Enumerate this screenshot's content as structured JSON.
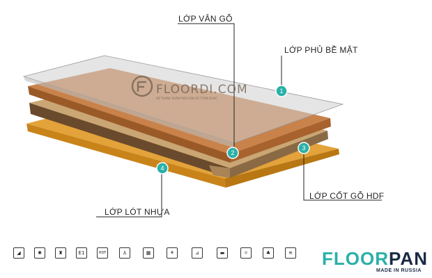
{
  "labels": {
    "surface": "LỚP PHỦ BỀ MẶT",
    "grain": "LỚP VÂN GỖ",
    "core": "LỚP CỐT GỖ HDF",
    "backing": "LỚP LÓT NHỰA"
  },
  "markers": [
    "1",
    "2",
    "3",
    "4"
  ],
  "watermark": {
    "text": "FLOORDI.COM",
    "sub": "HỆ THỐNG PHÂN PHỐI SÀN GỖ TOÀN QUỐC"
  },
  "icons": [
    {
      "name": "wear-icon",
      "glyph": "◢"
    },
    {
      "name": "impact-icon",
      "glyph": "✺"
    },
    {
      "name": "glass-icon",
      "glyph": "♜"
    },
    {
      "name": "e1-icon",
      "glyph": "E1"
    },
    {
      "name": "hdf-icon",
      "glyph": "HDF"
    },
    {
      "name": "chair-icon",
      "glyph": "♙"
    },
    {
      "name": "grid-icon",
      "glyph": "▦"
    },
    {
      "name": "stain-icon",
      "glyph": "⚘"
    },
    {
      "name": "install-icon",
      "glyph": "⊿"
    },
    {
      "name": "cigarette-icon",
      "glyph": "▬"
    },
    {
      "name": "sun-icon",
      "glyph": "☼"
    },
    {
      "name": "leaf-icon",
      "glyph": "♣"
    },
    {
      "name": "heating-icon",
      "glyph": "≋"
    }
  ],
  "brand": {
    "part1": "FLOOR",
    "part2": "PAN",
    "tagline": "MADE IN RUSSIA"
  },
  "colors": {
    "accent": "#2ab0a8",
    "brand_dark": "#1a2a44",
    "backing": "#e3a23a",
    "core": "#c9a674",
    "grain": "#c9824a",
    "surface": "#e6e6e6"
  }
}
